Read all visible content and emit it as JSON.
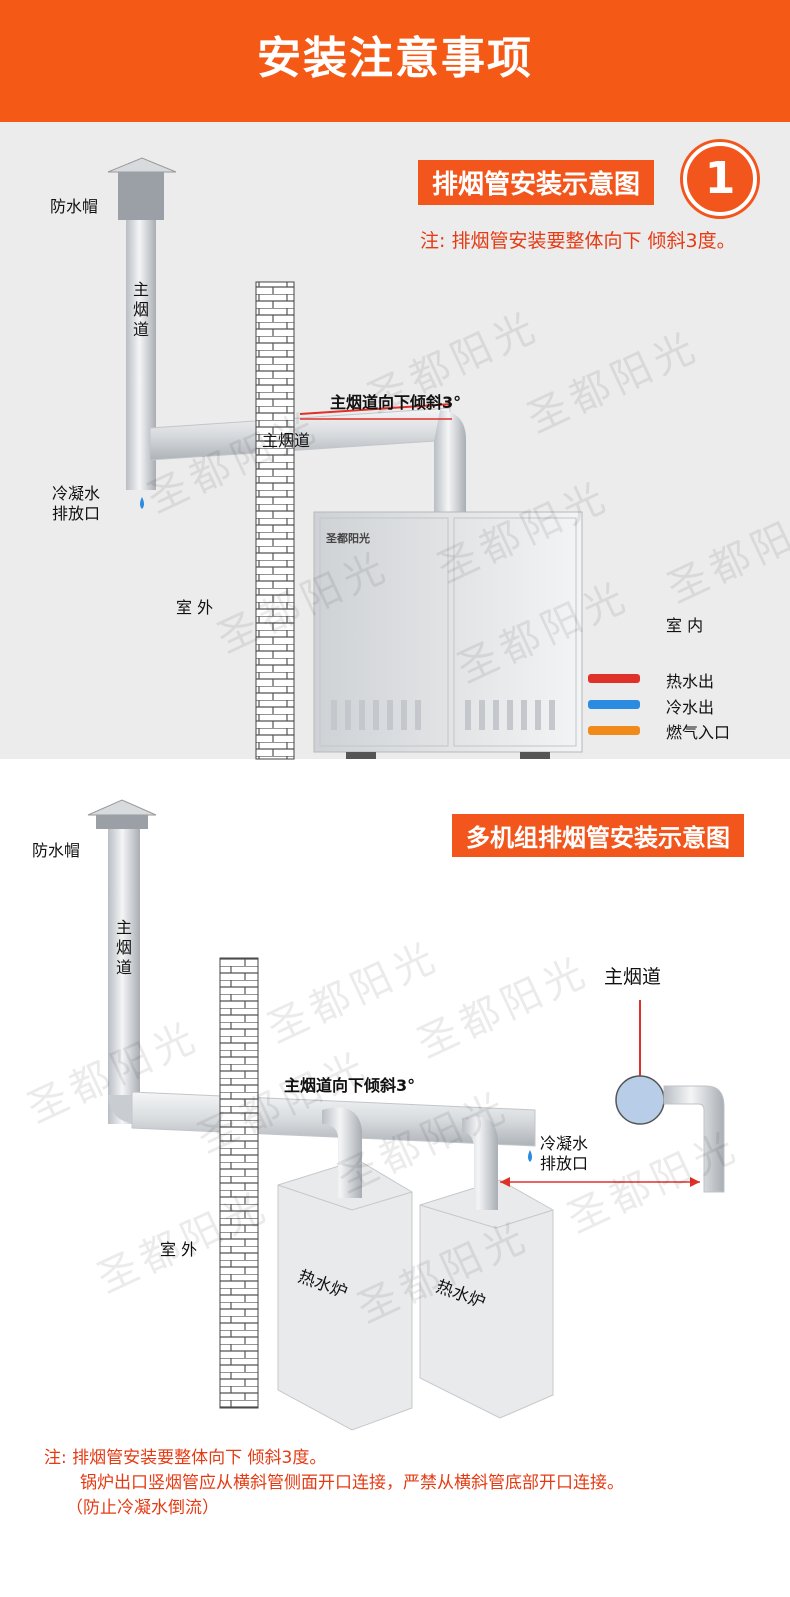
{
  "header": {
    "title": "安装注意事项"
  },
  "section1": {
    "tag": "排烟管安装示意图",
    "badge": "1",
    "note": "注: 排烟管安装要整体向下 倾斜3度。",
    "labels": {
      "cap": "防水帽",
      "main_flue": "主烟道",
      "condensate_1": "冷凝水",
      "condensate_2": "排放口",
      "slope": "主烟道向下倾斜3°",
      "flue_on_pipe": "主烟道",
      "outdoor": "室 外",
      "indoor": "室 内",
      "hot_water": "热水出",
      "cold_water": "冷水出",
      "gas": "燃气入口",
      "brand": "圣都阳光"
    }
  },
  "section2": {
    "tag": "多机组排烟管安装示意图",
    "labels": {
      "cap": "防水帽",
      "main_flue": "主烟道",
      "slope": "主烟道向下倾斜3°",
      "condensate_1": "冷凝水",
      "condensate_2": "排放口",
      "outdoor": "室 外",
      "heater_1": "热水炉",
      "heater_2": "热水炉",
      "side_flue": "主烟道"
    },
    "notes": [
      "注:  排烟管安装要整体向下 倾斜3度。",
      "锅炉出口竖烟管应从横斜管侧面开口连接，严禁从横斜管底部开口连接。",
      "（防止冷凝水倒流）"
    ]
  },
  "watermark": "圣都阳光",
  "colors": {
    "accent": "#f45a16",
    "hot": "#e0302a",
    "cold": "#2b8be0",
    "gas": "#f08a1a"
  }
}
